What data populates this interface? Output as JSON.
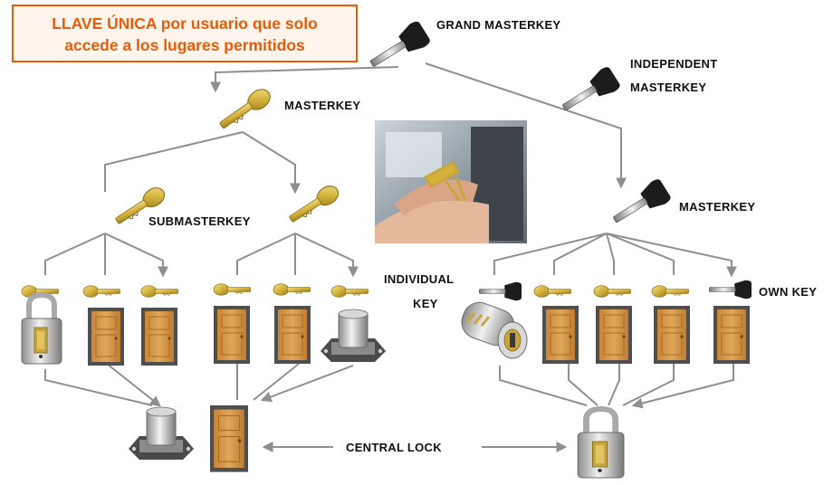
{
  "banner": {
    "line1": "LLAVE ÚNICA por usuario que solo",
    "line2": "accede a los lugares permitidos"
  },
  "labels": {
    "grand_masterkey": "GRAND MASTERKEY",
    "independent_masterkey_line1": "INDEPENDENT",
    "independent_masterkey_line2": "MASTERKEY",
    "masterkey_left": "MASTERKEY",
    "masterkey_right": "MASTERKEY",
    "submasterkey": "SUBMASTERKEY",
    "individual_key_line1": "INDIVIDUAL",
    "individual_key_line2": "KEY",
    "own_key": "OWN KEY",
    "central_lock": "CENTRAL LOCK"
  },
  "colors": {
    "banner_text": "#ea5b0c",
    "banner_border": "#ea5b0c",
    "banner_fill": "#fff5ec",
    "connector": "#8f8f8f",
    "brass_key": "#d4b23c",
    "black_key_head": "#1c1c1c",
    "door_wood": "#d99a45",
    "door_frame": "#6b6b6b"
  },
  "icons": {
    "key_brass": "brass-key-icon",
    "key_black": "black-key-icon",
    "door": "door-icon",
    "padlock": "padlock-icon",
    "cam_lock": "cam-lock-icon",
    "cylinder": "cylinder-lock-icon",
    "hands_photo": "hands-with-keys-photo"
  }
}
